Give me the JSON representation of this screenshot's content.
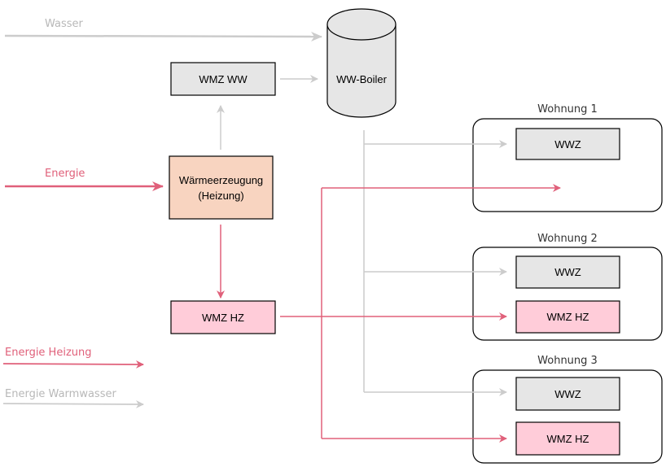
{
  "labels": {
    "wasser": "Wasser",
    "energie": "Energie",
    "legend_heizung": "Energie Heizung",
    "legend_warmwasser": "Energie Warmwasser"
  },
  "nodes": {
    "boiler": "WW-Boiler",
    "wmz_ww": "WMZ WW",
    "waermeerzeugung_line1": "Wärmeerzeugung",
    "waermeerzeugung_line2": "(Heizung)",
    "wmz_hz": "WMZ HZ"
  },
  "apartments": [
    {
      "title": "Wohnung 1",
      "wwz": "WWZ",
      "wmz": ""
    },
    {
      "title": "Wohnung 2",
      "wwz": "WWZ",
      "wmz": "WMZ HZ"
    },
    {
      "title": "Wohnung 3",
      "wwz": "WWZ",
      "wmz": "WMZ HZ"
    }
  ],
  "colors": {
    "heating": "#e0607a",
    "water": "#cccccc",
    "grey_box": "#e6e6e6",
    "pink_box": "#ffccd9",
    "orange_box": "#f8d4c0"
  }
}
